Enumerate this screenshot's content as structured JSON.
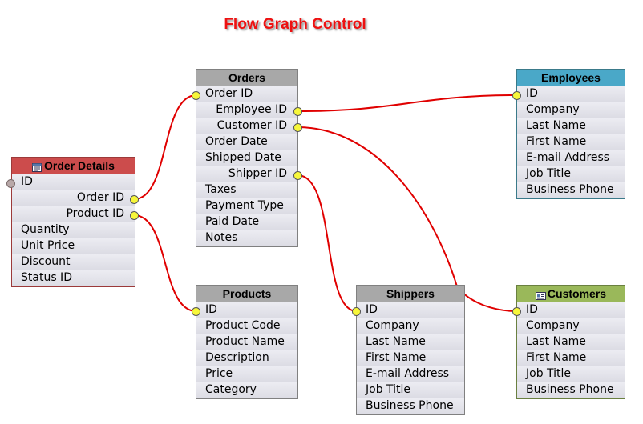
{
  "title": "Flow Graph Control",
  "colors": {
    "link": "#e00000",
    "port": "#f7f73a",
    "unlinked_port": "#b8a8a8"
  },
  "tables": {
    "order_details": {
      "name": "Order Details",
      "header_color": "#cc4c4c",
      "border_color": "#9c3a3a",
      "icon": "table-icon",
      "fields": [
        "ID",
        "Order ID",
        "Product ID",
        "Quantity",
        "Unit Price",
        "Discount",
        "Status ID"
      ]
    },
    "orders": {
      "name": "Orders",
      "header_color": "#a8a8a8",
      "border_color": "#808080",
      "fields": [
        "Order ID",
        "Employee ID",
        "Customer ID",
        "Order Date",
        "Shipped Date",
        "Shipper ID",
        "Taxes",
        "Payment Type",
        "Paid Date",
        "Notes"
      ]
    },
    "employees": {
      "name": "Employees",
      "header_color": "#4aa8c8",
      "border_color": "#3a7a8a",
      "fields": [
        "ID",
        "Company",
        "Last Name",
        "First Name",
        "E-mail Address",
        "Job Title",
        "Business Phone"
      ]
    },
    "products": {
      "name": "Products",
      "header_color": "#a8a8a8",
      "border_color": "#808080",
      "fields": [
        "ID",
        "Product Code",
        "Product Name",
        "Description",
        "Price",
        "Category"
      ]
    },
    "shippers": {
      "name": "Shippers",
      "header_color": "#a8a8a8",
      "border_color": "#808080",
      "fields": [
        "ID",
        "Company",
        "Last Name",
        "First Name",
        "E-mail Address",
        "Job Title",
        "Business Phone"
      ]
    },
    "customers": {
      "name": "Customers",
      "header_color": "#9ab85a",
      "border_color": "#6a8040",
      "icon": "contact-card-icon",
      "fields": [
        "ID",
        "Company",
        "Last Name",
        "First Name",
        "Job Title",
        "Business Phone"
      ]
    }
  },
  "links": [
    {
      "from": "Order Details.Order ID",
      "to": "Orders.Order ID"
    },
    {
      "from": "Order Details.Product ID",
      "to": "Products.ID"
    },
    {
      "from": "Orders.Employee ID",
      "to": "Employees.ID"
    },
    {
      "from": "Orders.Customer ID",
      "to": "Customers.ID"
    },
    {
      "from": "Orders.Shipper ID",
      "to": "Shippers.ID"
    }
  ]
}
